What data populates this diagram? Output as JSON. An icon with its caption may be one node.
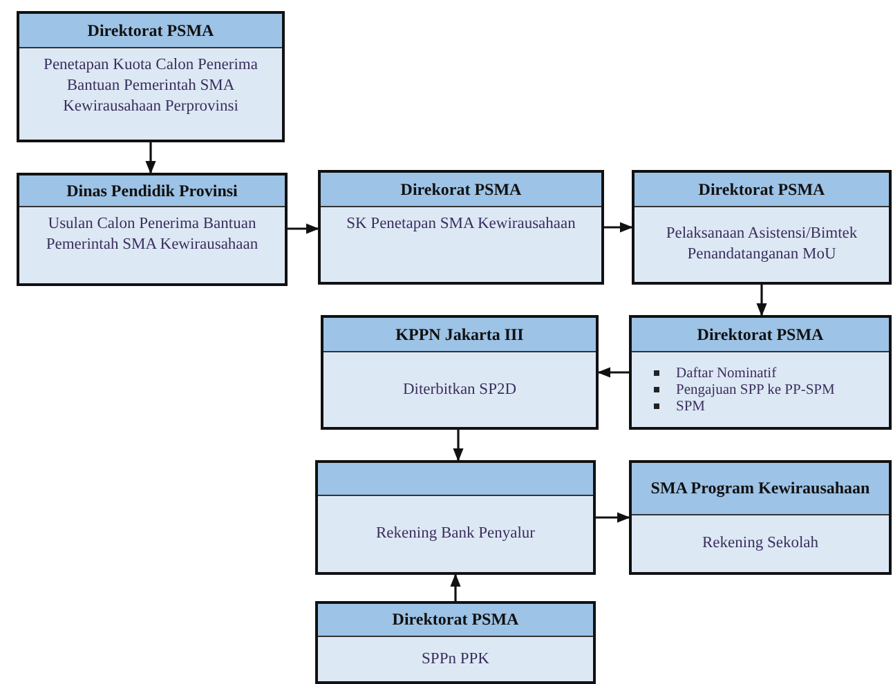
{
  "diagram": {
    "nodes": [
      {
        "text": [
          "Direktorat PSMA",
          "Penetapan Kuota Calon Penerima Bantuan Pemerintah SMA Kewirausahaan Perprovinsi"
        ]
      },
      {
        "text": [
          "Dinas Pendidik Provinsi",
          "Usulan Calon Penerima Bantuan Pemerintah SMA Kewirausahaan"
        ]
      },
      {
        "text": [
          "Direkorat PSMA",
          "SK Penetapan SMA Kewirausahaan"
        ]
      },
      {
        "text": [
          "Direktorat PSMA",
          "Pelaksanaan Asistensi/Bimtek Penandatanganan MoU"
        ]
      },
      {
        "text": [
          "KPPN Jakarta III",
          "Diterbitkan SP2D"
        ]
      },
      {
        "text": [
          "Direktorat PSMA",
          "Daftar Nominatif",
          "Pengajuan SPP ke PP-SPM",
          "SPM"
        ]
      },
      {
        "text": [
          "Rekening Bank Penyalur"
        ]
      },
      {
        "text": [
          "SMA Program Kewirausahaan",
          "Rekening Sekolah"
        ]
      },
      {
        "text": [
          "Direktorat PSMA",
          "SPPn PPK"
        ]
      }
    ],
    "edges": [
      {
        "from": 0,
        "to": 1,
        "arrow": "to"
      },
      {
        "from": 1,
        "to": 2,
        "arrow": "to"
      },
      {
        "from": 2,
        "to": 3,
        "arrow": "to"
      },
      {
        "from": 3,
        "to": 5,
        "arrow": "to"
      },
      {
        "from": 5,
        "to": 4,
        "arrow": "to"
      },
      {
        "from": 4,
        "to": 6,
        "arrow": "to"
      },
      {
        "from": 6,
        "to": 7,
        "arrow": "to"
      },
      {
        "from": 8,
        "to": 6,
        "arrow": "to"
      }
    ]
  }
}
